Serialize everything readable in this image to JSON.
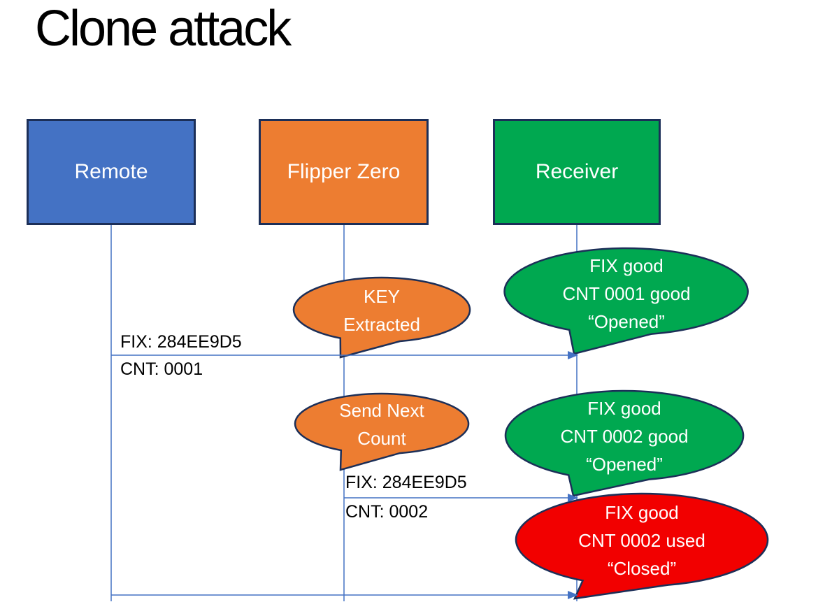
{
  "title": "Clone attack",
  "actors": [
    {
      "label": "Remote",
      "color": "#4472C4"
    },
    {
      "label": "Flipper Zero",
      "color": "#ED7D31"
    },
    {
      "label": "Receiver",
      "color": "#00A850"
    }
  ],
  "messages": [
    {
      "fix": "FIX: 284EE9D5",
      "cnt": "CNT: 0001"
    },
    {
      "fix": "FIX: 284EE9D5",
      "cnt": "CNT: 0002"
    }
  ],
  "callouts": [
    {
      "id": "key-extracted",
      "color": "#ED7D31",
      "lines": [
        "KEY",
        "Extracted"
      ]
    },
    {
      "id": "cnt-0001-good",
      "color": "#00A850",
      "lines": [
        "FIX good",
        "CNT 0001 good",
        "“Opened”"
      ]
    },
    {
      "id": "send-next-count",
      "color": "#ED7D31",
      "lines": [
        "Send Next",
        "Count"
      ]
    },
    {
      "id": "cnt-0002-good",
      "color": "#00A850",
      "lines": [
        "FIX good",
        "CNT 0002 good",
        "“Opened”"
      ]
    },
    {
      "id": "cnt-0002-used",
      "color": "#F20000",
      "lines": [
        "FIX good",
        "CNT 0002 used",
        "“Closed”"
      ]
    }
  ],
  "colors": {
    "outline": "#1C2F58",
    "connector": "#4472C4",
    "title_text": "#000000",
    "actor_text": "#FFFFFF",
    "callout_text": "#FFFFFF",
    "message_text": "#000000"
  }
}
